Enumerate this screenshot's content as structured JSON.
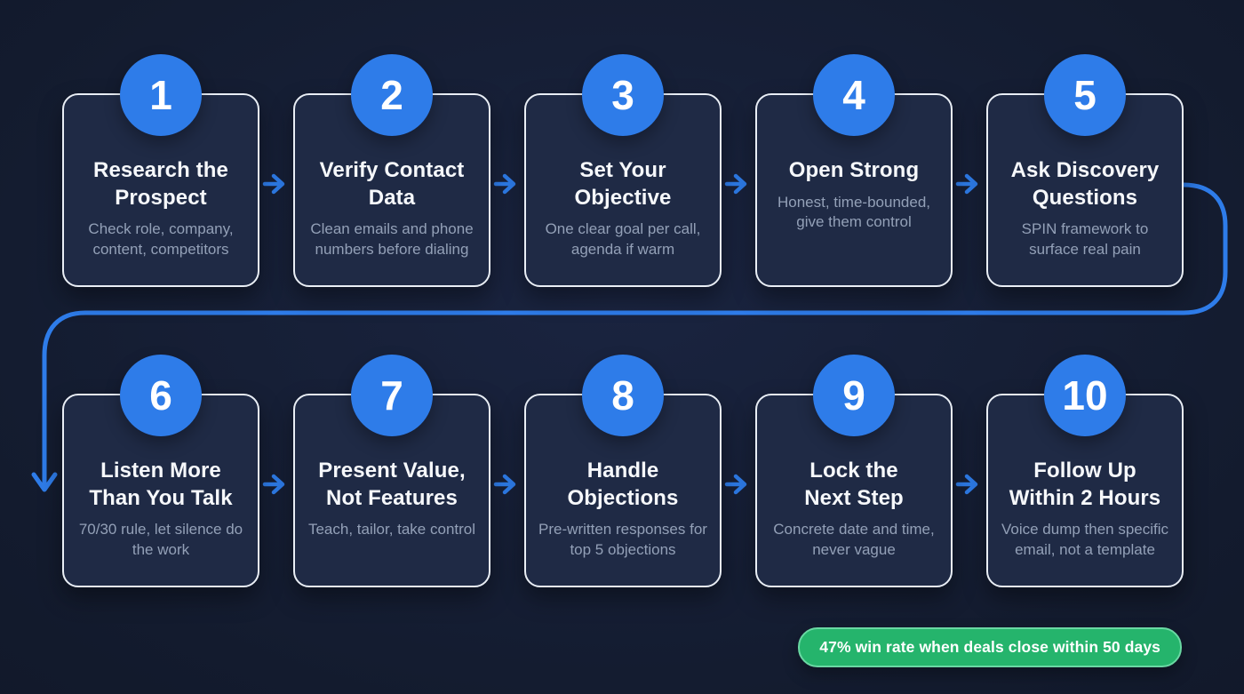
{
  "title": "10-step sales call process flow",
  "colors": {
    "background": "#131b2e",
    "card_background": "#1f2a45",
    "card_border": "#e9eef5",
    "accent_blue": "#2e7ce9",
    "title_text": "#f6f8fb",
    "description_text": "#93a0b7",
    "badge_green": "#25b46c",
    "badge_border_green": "#6ad8a3"
  },
  "steps": [
    {
      "number": "1",
      "title": "Research the\nProspect",
      "description": "Check role, company, content, competitors"
    },
    {
      "number": "2",
      "title": "Verify Contact\nData",
      "description": "Clean emails and phone numbers before dialing"
    },
    {
      "number": "3",
      "title": "Set Your\nObjective",
      "description": "One clear goal per call, agenda if warm"
    },
    {
      "number": "4",
      "title": "Open Strong",
      "description": "Honest, time-bounded, give them control"
    },
    {
      "number": "5",
      "title": "Ask Discovery\nQuestions",
      "description": "SPIN framework to surface real pain"
    },
    {
      "number": "6",
      "title": "Listen More\nThan You Talk",
      "description": "70/30 rule, let silence do the work"
    },
    {
      "number": "7",
      "title": "Present Value,\nNot Features",
      "description": "Teach, tailor, take control"
    },
    {
      "number": "8",
      "title": "Handle\nObjections",
      "description": "Pre-written responses for top 5 objections"
    },
    {
      "number": "9",
      "title": "Lock the\nNext Step",
      "description": "Concrete date and time, never vague"
    },
    {
      "number": "10",
      "title": "Follow Up\nWithin 2 Hours",
      "description": "Voice dump then specific email, not a template"
    }
  ],
  "badge": {
    "label": "47% win rate when deals close within 50 days"
  }
}
